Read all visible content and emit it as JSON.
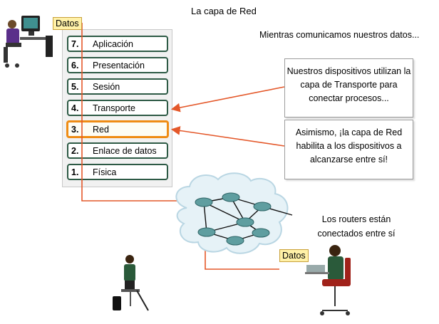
{
  "title": "La capa de Red",
  "subtitle": "Mientras comunicamos nuestros datos...",
  "data_tag": "Datos",
  "layers": [
    {
      "num": "7.",
      "name": "Aplicación"
    },
    {
      "num": "6.",
      "name": "Presentación"
    },
    {
      "num": "5.",
      "name": "Sesión"
    },
    {
      "num": "4.",
      "name": "Transporte"
    },
    {
      "num": "3.",
      "name": "Red"
    },
    {
      "num": "2.",
      "name": "Enlace de datos"
    },
    {
      "num": "1.",
      "name": "Física"
    }
  ],
  "active_layer": "Red",
  "callouts": {
    "transport": "Nuestros dispositivos utilizan la capa de Transporte para conectar procesos...",
    "network": "Asimismo, ¡la capa de Red habilita a los dispositivos a alcanzarse entre sí!"
  },
  "routers_note": "Los routers están conectados entre sí",
  "colors": {
    "path": "#e4582a",
    "arrow": "#e4582a",
    "active": "#ef8c14",
    "layer_border": "#2d5a45",
    "cloud": "#e6f2f7",
    "router": "#5f9ea0"
  }
}
